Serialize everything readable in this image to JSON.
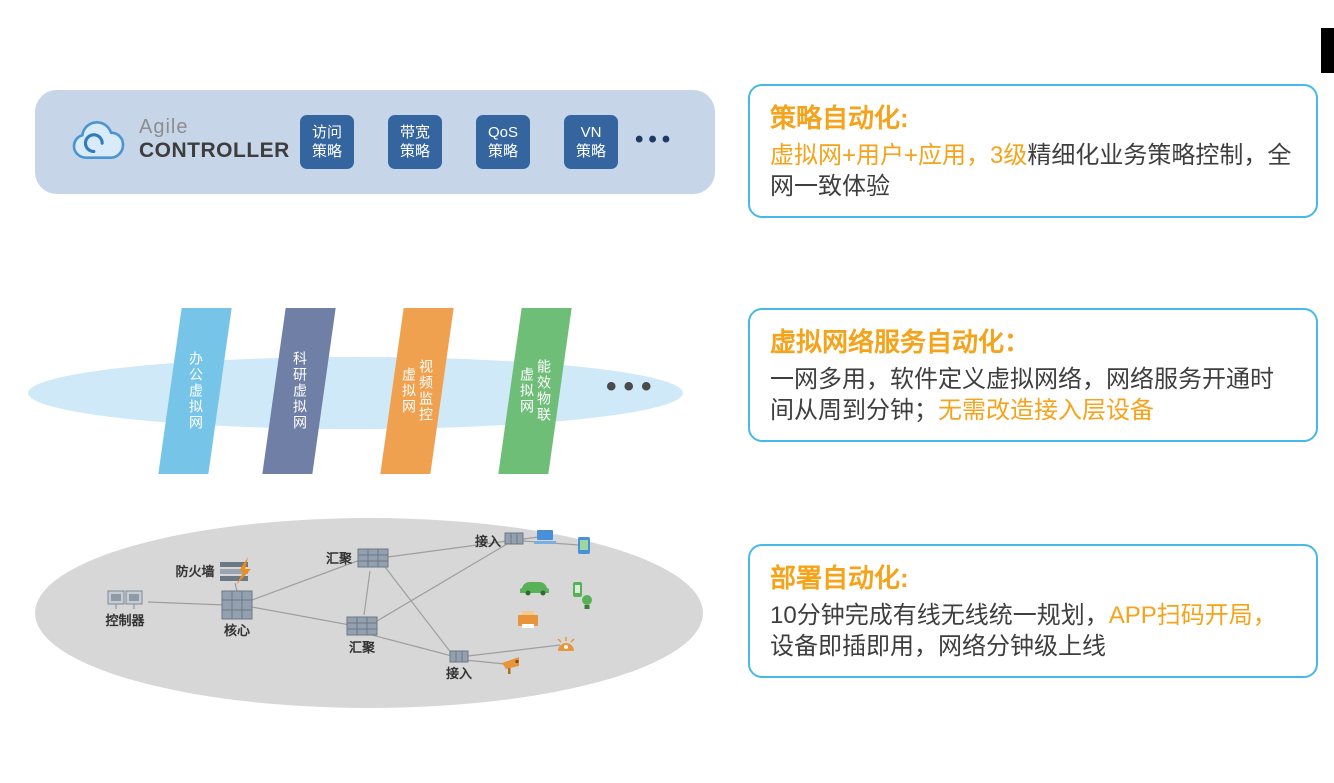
{
  "colors": {
    "accent_orange": "#f5a31a",
    "callout_border": "#47b9e9",
    "banner_bg": "#c6d6e8",
    "policy_chip_bg": "#35659e",
    "vn_ellipse": "#cfe9f8",
    "topology_ellipse": "#d7d7d7",
    "panel_colors": [
      "#76c4e8",
      "#6f7fa6",
      "#f0a14f",
      "#6ebe78"
    ]
  },
  "banner": {
    "brand_top": "Agile",
    "brand_bottom": "CONTROLLER",
    "policies": [
      {
        "line1": "访问",
        "line2": "策略"
      },
      {
        "line1": "带宽",
        "line2": "策略"
      },
      {
        "line1": "QoS",
        "line2": "策略"
      },
      {
        "line1": "VN",
        "line2": "策略"
      }
    ],
    "ellipsis": "•••"
  },
  "virtual_networks": {
    "panels": [
      {
        "lines": [
          "办公虚拟网"
        ]
      },
      {
        "lines": [
          "科研虚拟网"
        ]
      },
      {
        "lines": [
          "视频监控",
          "虚拟网"
        ]
      },
      {
        "lines": [
          "能效物联",
          "虚拟网"
        ]
      }
    ],
    "ellipsis": "•••"
  },
  "topology": {
    "labels": {
      "controller": "控制器",
      "firewall": "防火墙",
      "core": "核心",
      "aggregation_top": "汇聚",
      "aggregation_bottom": "汇聚",
      "access_top": "接入",
      "access_bottom": "接入"
    },
    "device_icons": [
      "laptop",
      "tablet",
      "vehicle",
      "smartphone",
      "lightbulb",
      "printer",
      "dome-camera",
      "cctv-camera"
    ]
  },
  "callouts": [
    {
      "title": "策略自动化:",
      "seg1": "虚拟网+用户+应用，3级",
      "seg2": "精细化业务策略控制，全网一致体验"
    },
    {
      "title": "虚拟网络服务自动化：",
      "seg1": "一网多用，软件定义虚拟网络，网络服务开通时间从周到分钟；",
      "seg2": "无需改造接入层设备"
    },
    {
      "title": "部署自动化:",
      "seg1": "10分钟完成有线无线统一规划，",
      "seg2": "APP扫码开局，",
      "seg3": "设备即插即用，网络分钟级上线"
    }
  ]
}
